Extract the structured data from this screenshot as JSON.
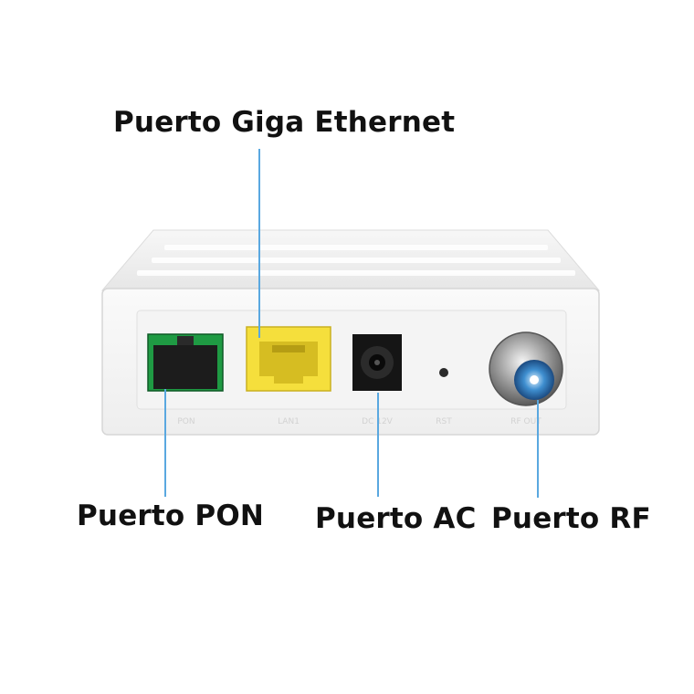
{
  "labels": {
    "giga_ethernet": "Puerto Giga Ethernet",
    "pon": "Puerto PON",
    "ac": "Puerto AC",
    "rf": "Puerto RF"
  },
  "port_markings": {
    "pon": "PON",
    "lan": "LAN1",
    "dc": "DC 12V",
    "rst": "RST",
    "rf": "RF OUT"
  },
  "colors": {
    "device_body": "#f2f2f2",
    "ethernet_port": "#f5df3c",
    "pon_port": "#1f9a43",
    "leader_line": "#5aa8e0"
  }
}
